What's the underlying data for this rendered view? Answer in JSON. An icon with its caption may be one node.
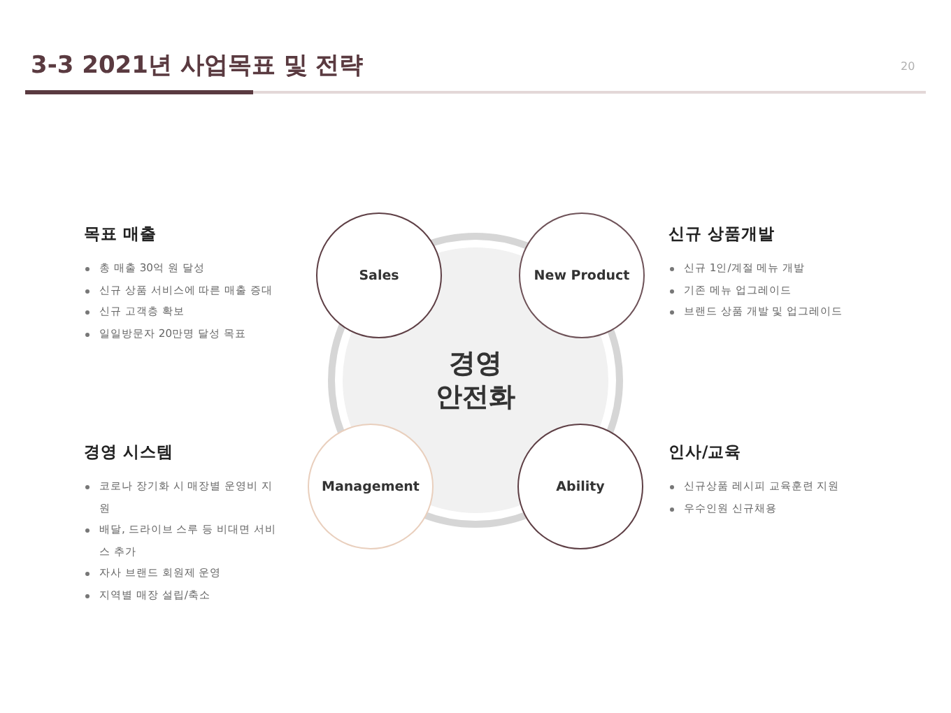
{
  "diagram": {
    "title": "3-3 2021년 사업목표 및 전략",
    "nodes": [
      {
        "text": [
          "경영 안전화"
        ]
      },
      {
        "text": [
          "Sales"
        ]
      },
      {
        "text": [
          "New Product"
        ]
      },
      {
        "text": [
          "Management"
        ]
      },
      {
        "text": [
          "Ability"
        ]
      }
    ],
    "labels": [
      "20",
      "목표 매출",
      "총 매출 30억 원 달성",
      "신규 상품 서비스에 따른 매출 증대",
      "신규 고객층 확보",
      "일일방문자 20만명 달성 목표",
      "신규 상품개발",
      "신규 1인/계절 메뉴 개발",
      "기존 메뉴 업그레이드",
      "브랜드 상품 개발 및 업그레이드",
      "경영 시스템",
      "코로나 장기화 시 매장별 운영비 지원",
      "배달, 드라이브 스루 등 비대면 서비스 추가",
      "자사 브랜드 회원제 운영",
      "지역별 매장 설립/축소",
      "인사/교육",
      "신규상품 레시피 교육훈련 지원",
      "우수인원 신규채용"
    ]
  }
}
